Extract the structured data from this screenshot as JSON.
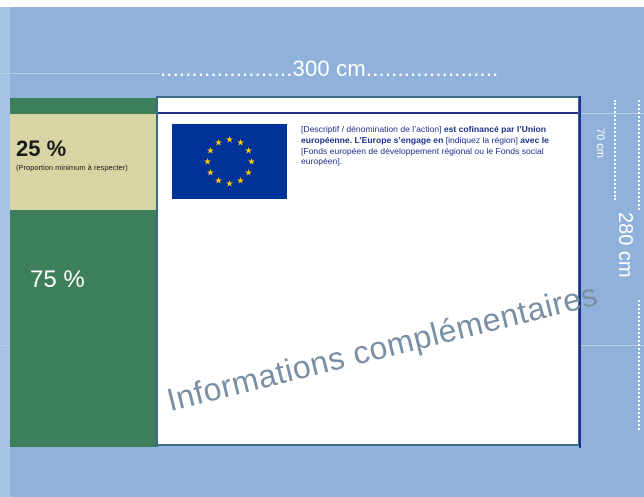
{
  "dimensions": {
    "width_label": ".....................300 cm.....................",
    "top_height_label": "70 cm",
    "total_height_label": "280 cm"
  },
  "proportions": {
    "top_percent": "25 %",
    "top_note": "(Proportion minimum à respecter)",
    "bottom_percent": "75 %"
  },
  "panel": {
    "description_parts": [
      {
        "text": "[Descriptif / dénomination de l’action] ",
        "bold": false
      },
      {
        "text": "est cofinancé par l’Union européenne.",
        "bold": true
      },
      {
        "text": " ",
        "bold": false
      },
      {
        "text": "L’Europe s’engage en",
        "bold": true
      },
      {
        "text": " [indiquez la région] ",
        "bold": false
      },
      {
        "text": "avec le",
        "bold": true
      },
      {
        "text": " [Fonds européen de développement régional ou le Fonds social européen].",
        "bold": false
      }
    ],
    "info_text": "Informations complémentaires"
  },
  "colors": {
    "background": "#8fb1da",
    "green": "#3d7f5b",
    "beige": "#d7d5a3",
    "eu_blue": "#003399",
    "eu_yellow": "#ffcc00",
    "text_blue": "#1b2f8c"
  },
  "icons": {
    "flag": "eu-flag-icon"
  }
}
